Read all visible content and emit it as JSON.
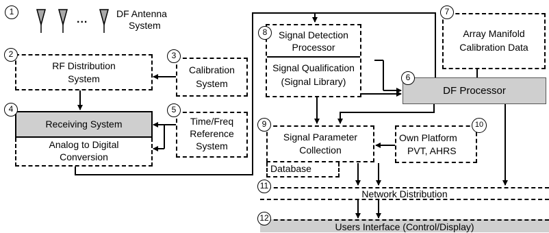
{
  "diagram": {
    "nodes": {
      "antenna": {
        "num": "1",
        "line1": "DF Antenna",
        "line2": "System"
      },
      "rf": {
        "num": "2",
        "line1": "RF Distribution",
        "line2": "System"
      },
      "calibration": {
        "num": "3",
        "line1": "Calibration",
        "line2": "System"
      },
      "receiving": {
        "num": "4",
        "line1": "Receiving System"
      },
      "adc": {
        "line1": "Analog to Digital",
        "line2": "Conversion"
      },
      "timefreq": {
        "num": "5",
        "line1": "Time/Freq",
        "line2": "Reference",
        "line3": "System"
      },
      "df_processor": {
        "num": "6",
        "line1": "DF Processor"
      },
      "manifold": {
        "num": "7",
        "line1": "Array Manifold",
        "line2": "Calibration Data"
      },
      "detection": {
        "num": "8",
        "line1": "Signal Detection",
        "line2": "Processor"
      },
      "qualification": {
        "line1": "Signal Qualification",
        "line2": "(Signal Library)"
      },
      "parameter": {
        "num": "9",
        "line1": "Signal Parameter",
        "line2": "Collection"
      },
      "database": {
        "line1": "Database"
      },
      "platform": {
        "num": "10",
        "line1": "Own Platform",
        "line2": "PVT, AHRS"
      },
      "network": {
        "num": "11",
        "line1": "Network Distribution"
      },
      "ui": {
        "num": "12",
        "line1": "Users Interface (Control/Display)"
      }
    },
    "ellipsis": "...",
    "colors": {
      "line": "#000000",
      "gray_fill": "#cfcfcf",
      "antenna_fill": "#a8a8a8"
    }
  }
}
